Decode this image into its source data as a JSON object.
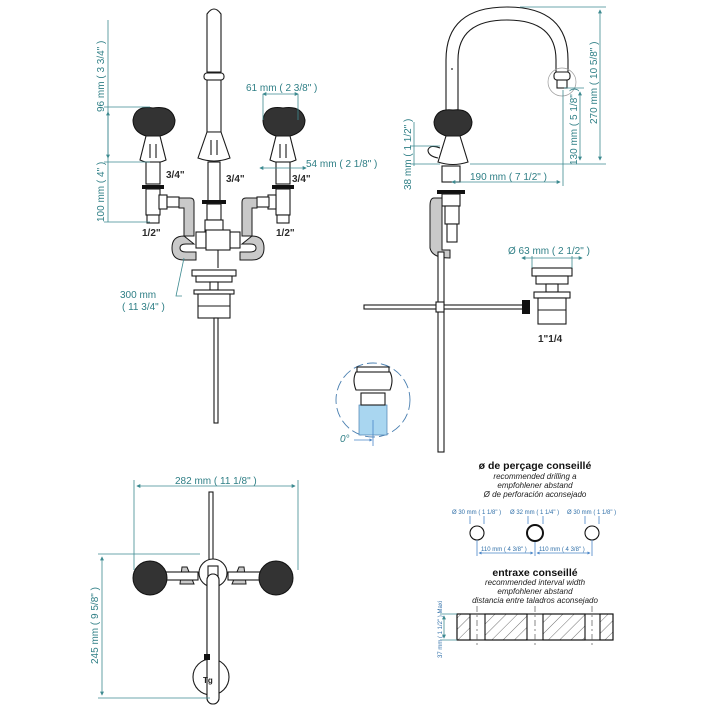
{
  "colors": {
    "dimension": "#2f7f86",
    "dimension_blue": "#4a86c8",
    "outline": "#1a1a1a",
    "pipe_fill": "#c9c9c9",
    "tilt_fill": "#a9d6f0"
  },
  "front_view": {
    "dim_height_top": "96 mm ( 3 3/4\" )",
    "dim_knob_width": "61 mm ( 2 3/8\" )",
    "dim_base_width": "54 mm ( 2 1/8\" )",
    "dim_height_bottom": "100 mm ( 4\" )",
    "thread_left_upper": "3/4\"",
    "thread_center": "3/4\"",
    "thread_right_upper": "3/4\"",
    "thread_left_lower": "1/2\"",
    "thread_right_lower": "1/2\"",
    "hose_length_line1": "300 mm",
    "hose_length_line2": "( 11 3/4\" )"
  },
  "side_view": {
    "dim_total_height": "270 mm ( 10 5/8\" )",
    "dim_spout_height": "130 mm ( 5 1/8\" )",
    "dim_spout_reach": "190 mm ( 7 1/2\" )",
    "dim_lever_height": "38 mm ( 1 1/2\" )",
    "dim_drain_diameter": "Ø 63 mm ( 2 1/2\" )",
    "thread_drain": "1\"1/4",
    "tilt_angle": "0°"
  },
  "top_view": {
    "dim_total_width": "282 mm ( 11 1/8\" )",
    "dim_depth": "245 mm ( 9 5/8\" )"
  },
  "drilling": {
    "title": "ø de perçage conseillé",
    "subtitles": [
      "recommended drilling a",
      "empfohlener abstand",
      "Ø de perforación aconsejado"
    ],
    "holes": [
      {
        "label": "Ø 30 mm ( 1 1/8\" )"
      },
      {
        "label": "Ø 32 mm ( 1 1/4\" )"
      },
      {
        "label": "Ø 30 mm ( 1 1/8\" )"
      }
    ],
    "spacing_left": "110 mm ( 4 3/8\" )",
    "spacing_right": "110 mm ( 4 3/8\" )"
  },
  "interval": {
    "title": "entraxe conseillé",
    "subtitles": [
      "recommended interval width",
      "empfohlener abstand",
      "distancia entre taladros aconsejado"
    ],
    "dim_thickness": "37 mm ( 1 1/2\" ) Maxi"
  }
}
